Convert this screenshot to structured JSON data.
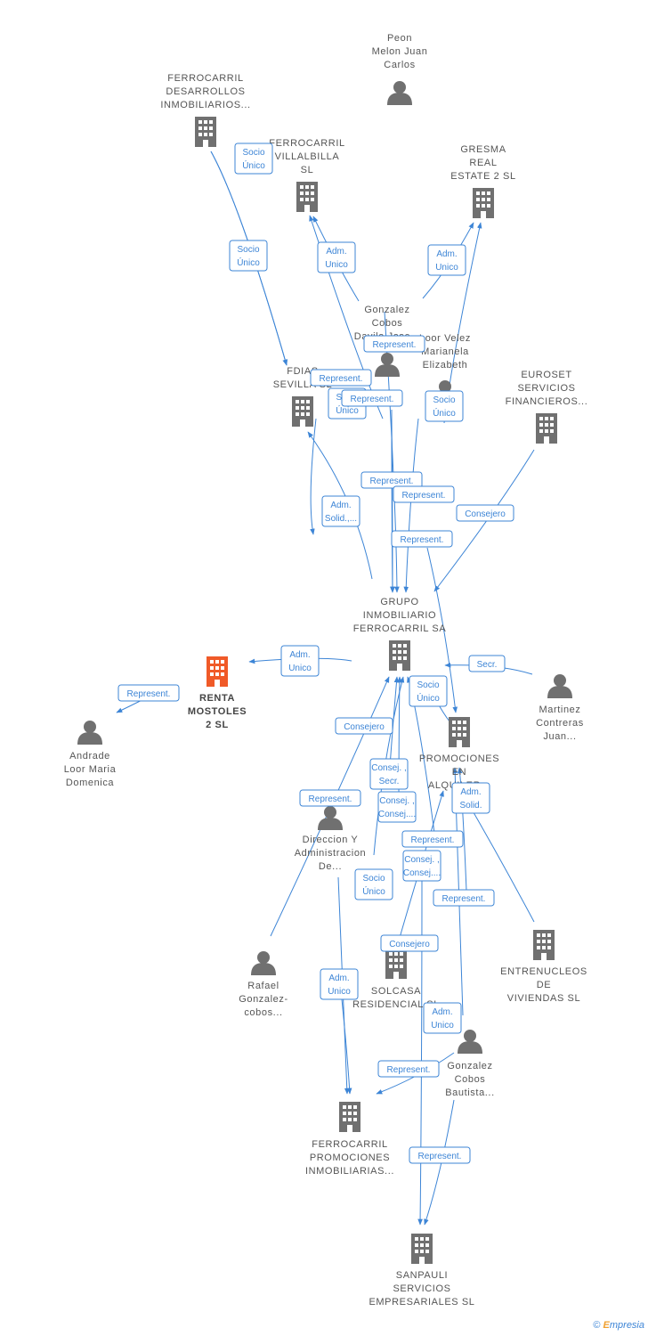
{
  "watermark": {
    "copyright": "©",
    "brand_initial": "E",
    "brand_rest": "mpresia"
  },
  "colors": {
    "edge": "#3d85d6",
    "node": "#707070",
    "focus": "#f05a28"
  },
  "nodes": [
    {
      "id": "peon",
      "kind": "person",
      "label": [
        "Peon",
        "Melon Juan",
        "Carlos"
      ]
    },
    {
      "id": "fdi",
      "kind": "company",
      "label": [
        "FERROCARRIL",
        "DESARROLLOS",
        "INMOBILIARIOS..."
      ]
    },
    {
      "id": "fvi",
      "kind": "company",
      "label": [
        "FERROCARRIL",
        "VILLALBILLA",
        "SL"
      ]
    },
    {
      "id": "gre",
      "kind": "company",
      "label": [
        "GRESMA",
        "REAL",
        "ESTATE 2  SL"
      ]
    },
    {
      "id": "gcd",
      "kind": "person",
      "label": [
        "Gonzalez",
        "Cobos",
        "Davila Jose..."
      ]
    },
    {
      "id": "lve",
      "kind": "person",
      "label": [
        "Loor Velez",
        "Marianela",
        "Elizabeth"
      ]
    },
    {
      "id": "fds",
      "kind": "company",
      "label": [
        "FDIAS",
        "SEVILLA SL"
      ]
    },
    {
      "id": "eur",
      "kind": "company",
      "label": [
        "EUROSET",
        "SERVICIOS",
        "FINANCIEROS..."
      ]
    },
    {
      "id": "gif",
      "kind": "company",
      "label": [
        "GRUPO",
        "INMOBILIARIO",
        "FERROCARRIL SA"
      ]
    },
    {
      "id": "ren",
      "kind": "focus",
      "label": [
        "RENTA",
        "MOSTOLES",
        "2  SL"
      ]
    },
    {
      "id": "alm",
      "kind": "person",
      "label": [
        "Andrade",
        "Loor Maria",
        "Domenica"
      ]
    },
    {
      "id": "mcj",
      "kind": "person",
      "label": [
        "Martinez",
        "Contreras",
        "Juan..."
      ]
    },
    {
      "id": "pea",
      "kind": "company",
      "label": [
        "PROMOCIONES",
        "EN",
        "ALQUILER..."
      ]
    },
    {
      "id": "dya",
      "kind": "person",
      "label": [
        "Direccion Y",
        "Administracion",
        "De..."
      ]
    },
    {
      "id": "ent",
      "kind": "company",
      "label": [
        "ENTRENUCLEOS",
        "DE",
        "VIVIENDAS SL"
      ]
    },
    {
      "id": "raf",
      "kind": "person",
      "label": [
        "Rafael",
        "Gonzalez-",
        "cobos..."
      ]
    },
    {
      "id": "sol",
      "kind": "company",
      "label": [
        "SOLCASA",
        "RESIDENCIAL SL"
      ]
    },
    {
      "id": "gcb",
      "kind": "person",
      "label": [
        "Gonzalez",
        "Cobos",
        "Bautista..."
      ]
    },
    {
      "id": "fpi",
      "kind": "company",
      "label": [
        "FERROCARRIL",
        "PROMOCIONES",
        "INMOBILIARIAS..."
      ]
    },
    {
      "id": "san",
      "kind": "company",
      "label": [
        "SANPAULI",
        "SERVICIOS",
        "EMPRESARIALES SL"
      ]
    }
  ],
  "edge_labels": [
    [
      "Socio",
      "Único"
    ],
    [
      "Socio",
      "Único"
    ],
    [
      "Adm.",
      "Unico"
    ],
    [
      "Adm.",
      "Unico"
    ],
    [
      "Represent."
    ],
    [
      "Represent."
    ],
    [
      "Socio",
      "Único"
    ],
    [
      "Represent."
    ],
    [
      "Socio",
      "Único"
    ],
    [
      "Represent."
    ],
    [
      "Represent."
    ],
    [
      "Adm.",
      "Solid.,..."
    ],
    [
      "Consejero"
    ],
    [
      "Represent."
    ],
    [
      "Adm.",
      "Unico"
    ],
    [
      "Represent."
    ],
    [
      "Secr."
    ],
    [
      "Socio",
      "Único"
    ],
    [
      "Consejero"
    ],
    [
      "Consej. ,",
      "Secr."
    ],
    [
      "Adm.",
      "Solid."
    ],
    [
      "Consej. ,",
      "Consej...."
    ],
    [
      "Represent."
    ],
    [
      "Represent."
    ],
    [
      "Consej. ,",
      "Consej...."
    ],
    [
      "Socio",
      "Único"
    ],
    [
      "Represent."
    ],
    [
      "Consejero"
    ],
    [
      "Adm.",
      "Unico"
    ],
    [
      "Adm.",
      "Unico"
    ],
    [
      "Represent."
    ],
    [
      "Represent."
    ]
  ]
}
